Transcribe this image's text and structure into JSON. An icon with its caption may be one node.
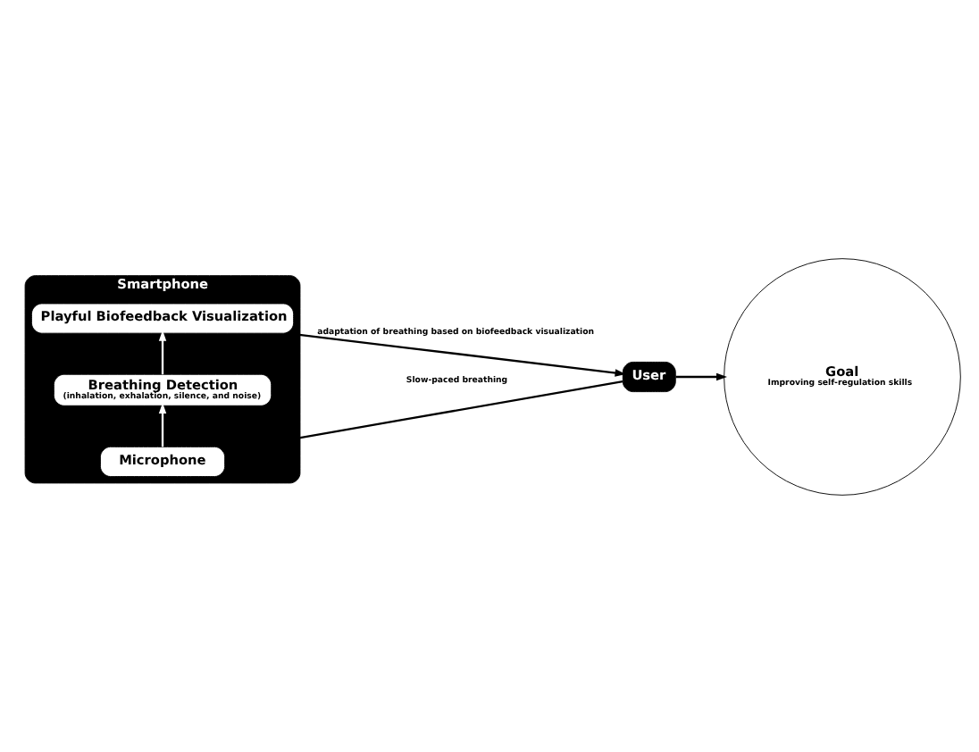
{
  "diagram": {
    "nodes": [
      {
        "text": [
          "Smartphone"
        ]
      },
      {
        "text": [
          "Playful Biofeedback Visualization"
        ],
        "in": 0
      },
      {
        "text": [
          "Breathing Detection",
          "(inhalation, exhalation, silence, and noise)"
        ],
        "in": 0
      },
      {
        "text": [
          "Microphone"
        ],
        "in": 0
      },
      {
        "text": [
          "User"
        ]
      },
      {
        "text": [
          "Goal",
          "Improving self-regulation skills"
        ]
      }
    ],
    "edges": [
      {
        "from": 1,
        "to": 4,
        "arrow": "to",
        "label": "adaptation of breathing based on biofeedback visualization"
      },
      {
        "from": 4,
        "to": 5,
        "arrow": "to"
      },
      {
        "from": 4,
        "to": 3,
        "arrow": "to",
        "label": "Slow-paced breathing"
      },
      {
        "from": 3,
        "to": 2,
        "arrow": "to",
        "color": "#ffffff"
      },
      {
        "from": 2,
        "to": 1,
        "arrow": "to",
        "color": "#ffffff"
      }
    ]
  }
}
